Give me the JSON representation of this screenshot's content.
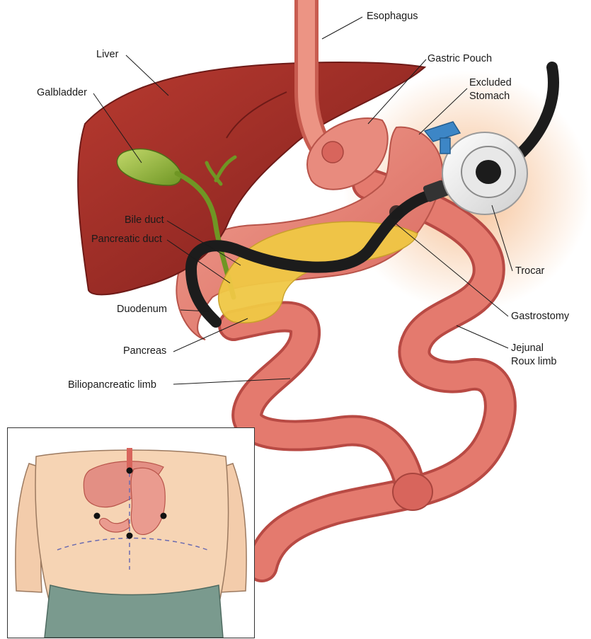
{
  "labels": {
    "esophagus": "Esophagus",
    "liver": "Liver",
    "gastric_pouch": "Gastric Pouch",
    "galbladder": "Galbladder",
    "excluded_stomach_1": "Excluded",
    "excluded_stomach_2": "Stomach",
    "bile_duct": "Bile duct",
    "pancreatic_duct": "Pancreatic duct",
    "trocar": "Trocar",
    "duodenum": "Duodenum",
    "gastrostomy": "Gastrostomy",
    "pancreas": "Pancreas",
    "jejunal_roux_limb_1": "Jejunal",
    "jejunal_roux_limb_2": "Roux limb",
    "biliopancreatic_limb": "Biliopancreatic limb"
  },
  "colors": {
    "liver": "#a4302a",
    "bowel": "#e1736a",
    "stomach": "#e88b7e",
    "gallbladder": "#9cbb3a",
    "pancreas": "#f0c845",
    "scope": "#1c1c1c",
    "trocar_cap": "#f2f2f2",
    "valve": "#3d86c6",
    "glow": "#f4b27c",
    "skin": "#f6d4b4",
    "pants": "#7a9a8e"
  }
}
